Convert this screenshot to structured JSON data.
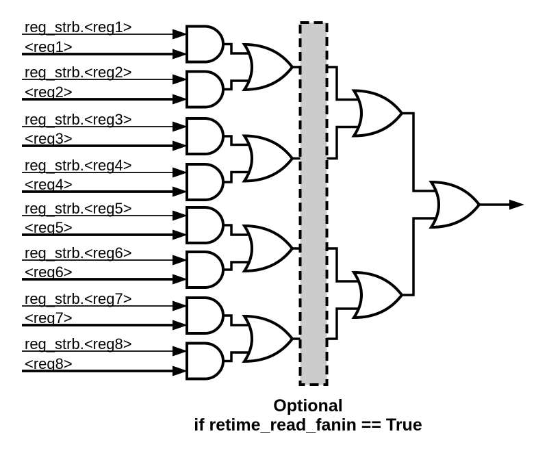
{
  "diagram": {
    "type": "logic-circuit",
    "description_visible": false,
    "inputs": [
      {
        "strobe": "reg_strb.<reg1>",
        "value": "<reg1>"
      },
      {
        "strobe": "reg_strb.<reg2>",
        "value": "<reg2>"
      },
      {
        "strobe": "reg_strb.<reg3>",
        "value": "<reg3>"
      },
      {
        "strobe": "reg_strb.<reg4>",
        "value": "<reg4>"
      },
      {
        "strobe": "reg_strb.<reg5>",
        "value": "<reg5>"
      },
      {
        "strobe": "reg_strb.<reg6>",
        "value": "<reg6>"
      },
      {
        "strobe": "reg_strb.<reg7>",
        "value": "<reg7>"
      },
      {
        "strobe": "reg_strb.<reg8>",
        "value": "<reg8>"
      }
    ],
    "gates": {
      "stage1": {
        "type": "AND",
        "count": 8
      },
      "stage2": {
        "type": "OR",
        "count": 4
      },
      "stage3": {
        "type": "OR",
        "count": 2
      },
      "stage4": {
        "type": "OR",
        "count": 1
      }
    },
    "retime_box": {
      "caption_line1": "Optional",
      "caption_line2": "if retime_read_fanin == True",
      "fill_color": "#cccccc",
      "border_style": "dashed"
    },
    "colors": {
      "stroke": "#000000",
      "background": "#ffffff"
    }
  }
}
